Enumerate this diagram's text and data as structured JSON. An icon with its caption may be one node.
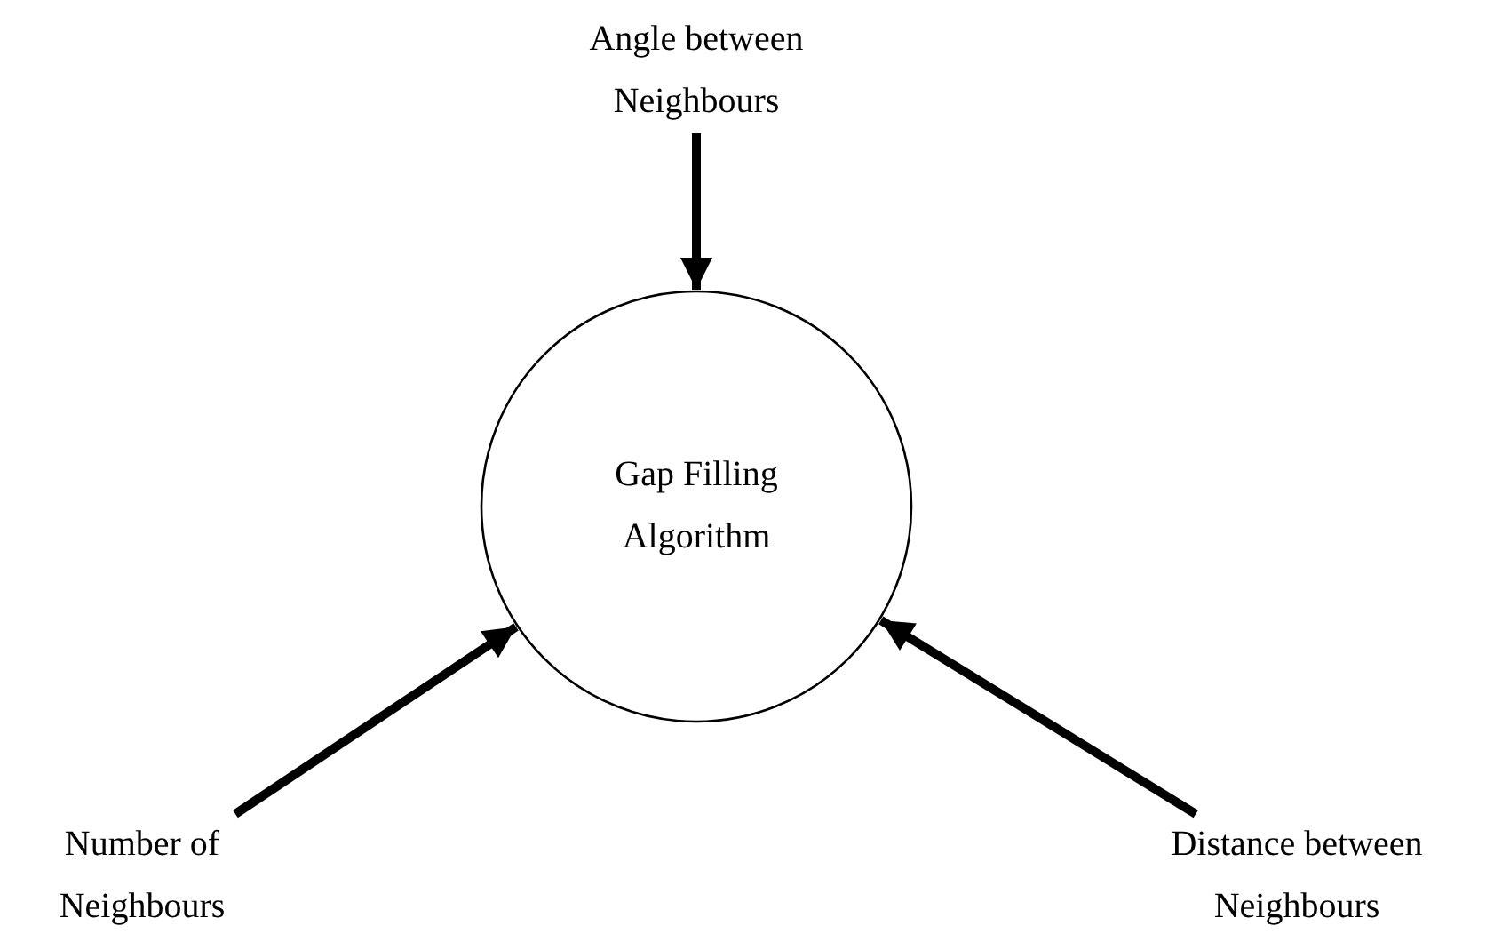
{
  "diagram": {
    "nodes": [
      {
        "text": [
          "Angle between Neighbours"
        ]
      },
      {
        "text": [
          "Gap Filling Algorithm"
        ]
      },
      {
        "text": [
          "Number of Neighbours"
        ]
      },
      {
        "text": [
          "Distance between Neighbours"
        ]
      }
    ],
    "edges": [
      {
        "from": 0,
        "to": 1,
        "arrow": "to"
      },
      {
        "from": 2,
        "to": 1,
        "arrow": "to"
      },
      {
        "from": 3,
        "to": 1,
        "arrow": "to"
      }
    ]
  }
}
